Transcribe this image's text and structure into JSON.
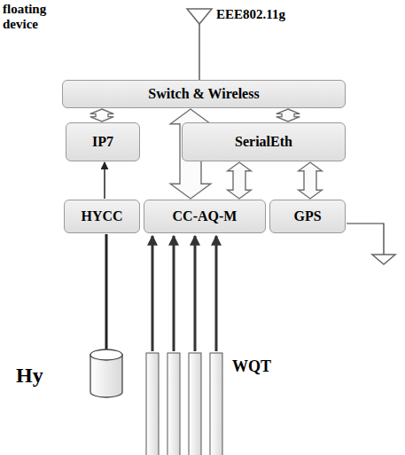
{
  "diagram": {
    "nodes": [
      {
        "text": [
          "floating device"
        ]
      },
      {
        "text": [
          "Switch & Wireless"
        ],
        "in": 0
      },
      {
        "text": [
          "IP7"
        ],
        "in": 0
      },
      {
        "text": [
          "SerialEth"
        ],
        "in": 0
      },
      {
        "text": [
          "HYCC"
        ],
        "in": 0
      },
      {
        "text": [
          "CC-AQ-M"
        ],
        "in": 0
      },
      {
        "text": [
          "GPS"
        ],
        "in": 0
      }
    ],
    "edges": [
      {
        "from": 1,
        "to": 2,
        "arrow": "both"
      },
      {
        "from": 1,
        "to": 5,
        "arrow": "both"
      },
      {
        "from": 1,
        "to": 3,
        "arrow": "both"
      },
      {
        "from": 3,
        "to": 5,
        "arrow": "both"
      },
      {
        "from": 3,
        "to": 6,
        "arrow": "both"
      },
      {
        "from": 4,
        "to": 2,
        "arrow": "to"
      }
    ],
    "labels": [
      "EEE802.11g",
      "Hy",
      "WQT"
    ]
  }
}
